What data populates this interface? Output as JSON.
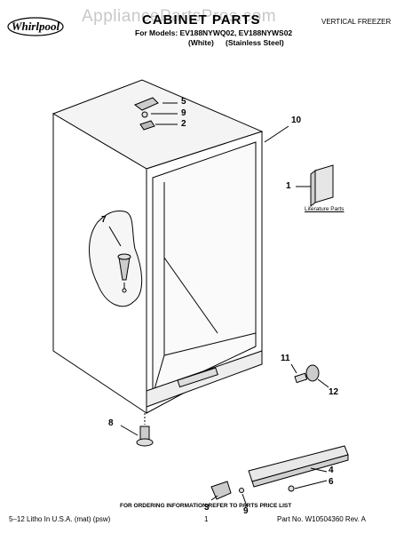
{
  "header": {
    "brand": "Whirlpool",
    "title": "CABINET PARTS",
    "product_type": "VERTICAL FREEZER",
    "models_line": "For Models: EV188NYWQ02, EV188NYWS02",
    "color_white": "(White)",
    "color_stainless": "(Stainless Steel)"
  },
  "watermark": "AppliancePartsPros.com",
  "diagram": {
    "literature_label": "Literature Parts",
    "callouts": {
      "c5": "5",
      "c9a": "9",
      "c2": "2",
      "c10": "10",
      "c1": "1",
      "c7": "7",
      "c11": "11",
      "c12": "12",
      "c8": "8",
      "c4": "4",
      "c6": "6",
      "c3": "3",
      "c9b": "9"
    }
  },
  "footer": {
    "order_note": "FOR ORDERING INFORMATION REFER TO PARTS PRICE LIST",
    "left": "5–12 Litho In U.S.A. (mat) (psw)",
    "page": "1",
    "right": "Part No. W10504360 Rev. A"
  }
}
